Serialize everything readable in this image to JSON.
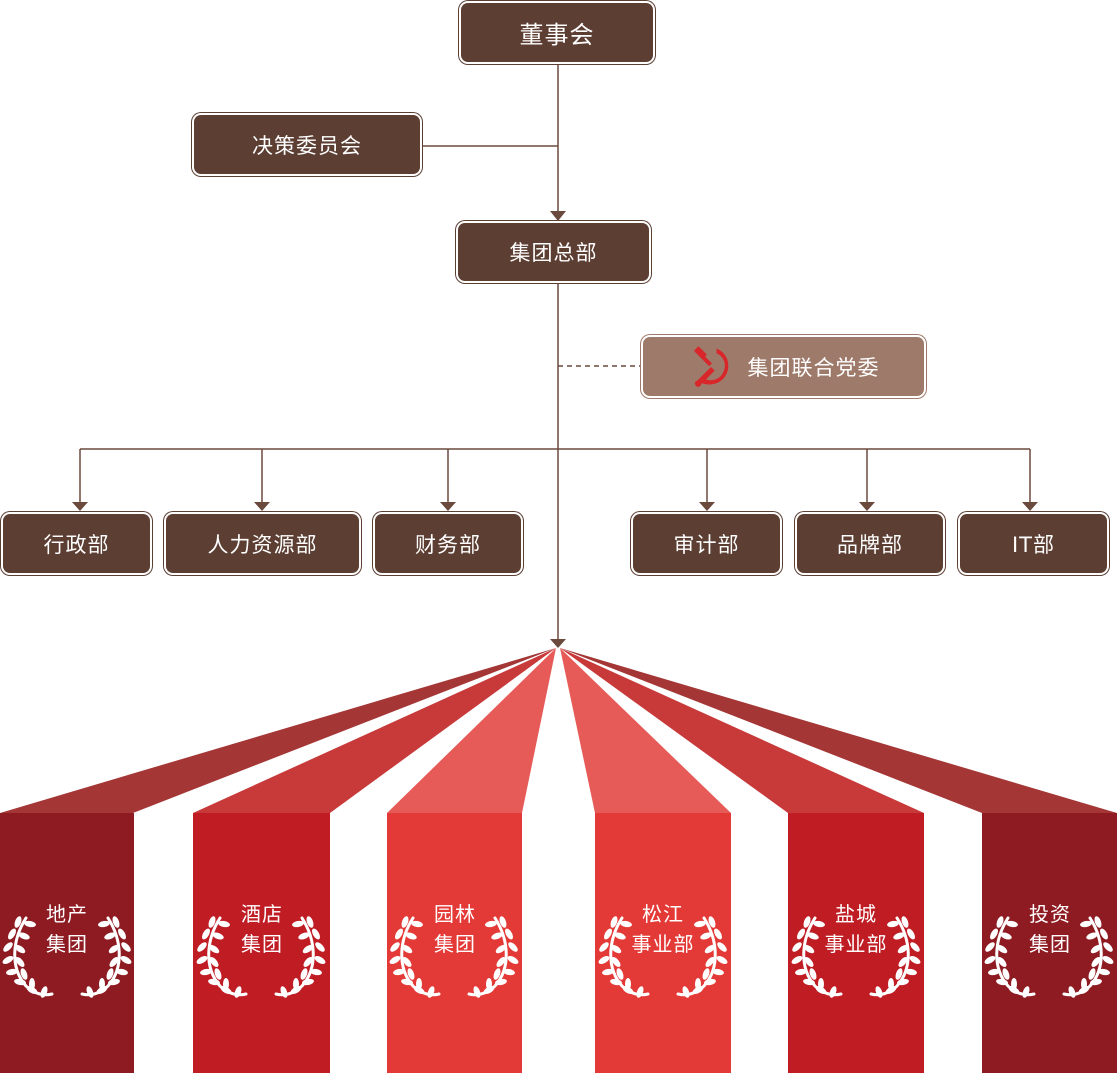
{
  "nodes": {
    "board": "董事会",
    "decision": "决策委员会",
    "hq": "集团总部",
    "party": "集团联合党委"
  },
  "departments": [
    "行政部",
    "人力资源部",
    "财务部",
    "审计部",
    "品牌部",
    "IT部"
  ],
  "units": [
    {
      "line1": "地产",
      "line2": "集团"
    },
    {
      "line1": "酒店",
      "line2": "集团"
    },
    {
      "line1": "园林",
      "line2": "集团"
    },
    {
      "line1": "松江",
      "line2": "事业部"
    },
    {
      "line1": "盐城",
      "line2": "事业部"
    },
    {
      "line1": "投资",
      "line2": "集团"
    }
  ],
  "colors": {
    "box": "#5c3e33",
    "party_box": "#9e7a6a",
    "line": "#6b4a3e",
    "unit_dark": "#8e1b22",
    "unit_mid": "#bf1c24",
    "unit_light": "#e33a37",
    "ray_dark": "#a43636",
    "ray_mid": "#c83a3a",
    "ray_light": "#e65b58",
    "emblem": "#d8262a"
  },
  "icons": {
    "party": "hammer-sickle-icon",
    "unit": "laurel-wreath-icon"
  }
}
